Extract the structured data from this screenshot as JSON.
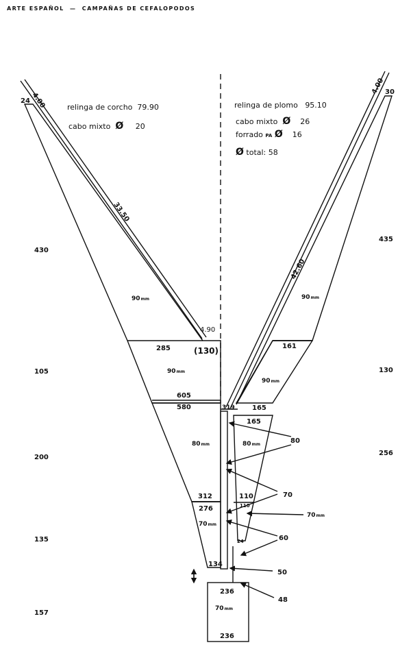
{
  "header": {
    "left": "ARTE ESPAÑOL",
    "dash": "—",
    "right": "CAMPAÑAS DE CEFALOPODOS"
  },
  "left_notes": {
    "relinga_label": "relinga de corcho",
    "relinga_value": "79.90",
    "cabo_label": "cabo mixto",
    "cabo_symbol": "Ø",
    "cabo_value": "20"
  },
  "right_notes": {
    "relinga_label": "relinga de plomo",
    "relinga_value": "95.10",
    "cabo_label": "cabo mixto",
    "cabo_symbol": "Ø",
    "cabo_value": "26",
    "forrado_label": "forrado",
    "forrado_sub": "PA",
    "forrado_symbol": "Ø",
    "forrado_value": "16",
    "total_symbol": "Ø",
    "total_label": "total:",
    "total_value": "58"
  },
  "rope_labels": {
    "left_top": "4.00",
    "left_main": "33.50",
    "left_join": "4.90",
    "right_top": "4.00",
    "right_main": "42.60"
  },
  "left_side_numbers": [
    "430",
    "105",
    "200",
    "135",
    "157"
  ],
  "right_side_numbers": [
    "435",
    "130",
    "256"
  ],
  "left_panel_widths": {
    "top": "24",
    "p285": "285",
    "p130": "(130)",
    "p605": "605",
    "p580": "580",
    "p312": "312",
    "p276": "276",
    "p134": "134",
    "p319": "319"
  },
  "right_panel_widths": {
    "top": "30",
    "p161": "161",
    "p165a": "165",
    "p165b": "165",
    "p110a": "110",
    "p110b": "110",
    "p24": "24"
  },
  "codend_widths": {
    "top": "236",
    "bottom": "236"
  },
  "meshes": {
    "left_wing": {
      "value": "90",
      "unit": "mm"
    },
    "right_wing": {
      "value": "90",
      "unit": "mm"
    },
    "left_square": {
      "value": "90",
      "unit": "mm"
    },
    "right_square": {
      "value": "90",
      "unit": "mm"
    },
    "left_belly": {
      "value": "80",
      "unit": "mm"
    },
    "right_belly": {
      "value": "80",
      "unit": "mm"
    },
    "left_lower": {
      "value": "70",
      "unit": "mm"
    },
    "codend": {
      "value": "70",
      "unit": "mm"
    }
  },
  "callouts": {
    "c80": "80",
    "c70": "70",
    "c70mm_value": "70",
    "c70mm_unit": "mm",
    "c60": "60",
    "c50": "50",
    "c48": "48"
  },
  "colors": {
    "ink": "#111111",
    "paper": "#ffffff"
  }
}
